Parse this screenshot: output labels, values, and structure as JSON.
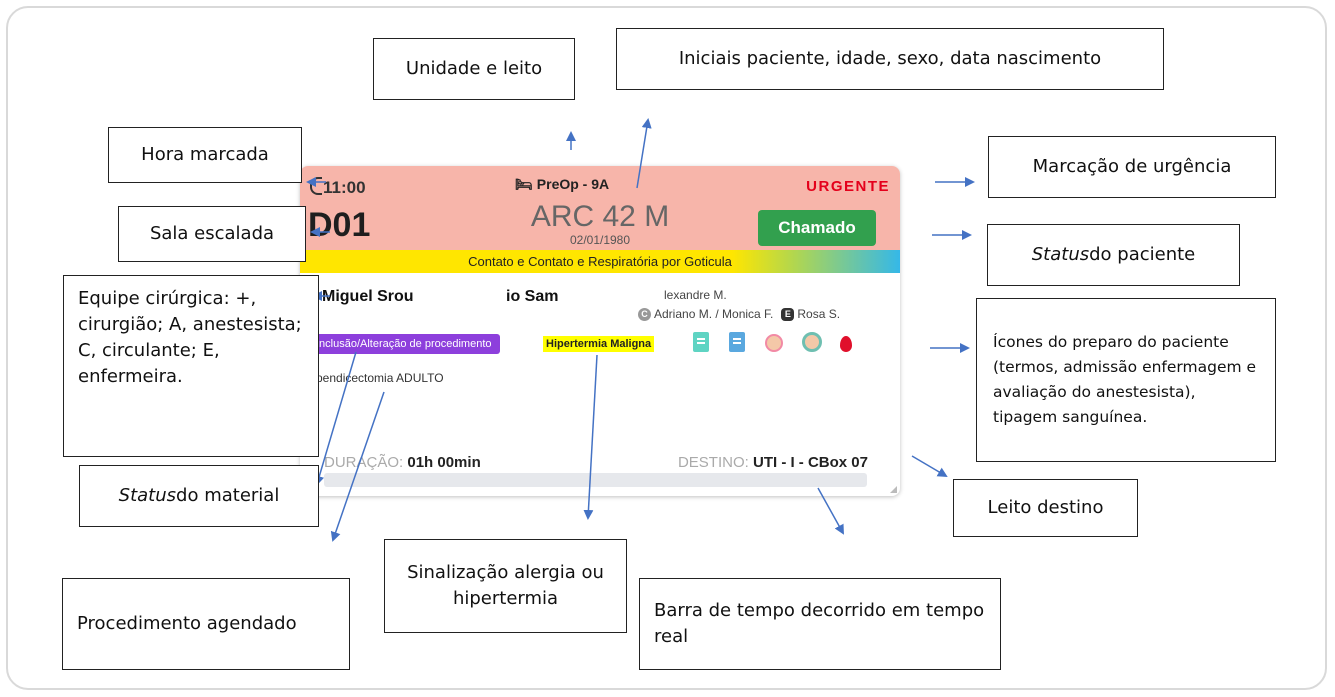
{
  "labels": {
    "unit_bed": "Unidade e leito",
    "patient_info": "Iniciais paciente, idade, sexo, data nascimento",
    "scheduled_time": "Hora marcada",
    "urgency": "Marcação de urgência",
    "room": "Sala escalada",
    "patient_status_em": "Status",
    "patient_status_rest": " do paciente",
    "team": "Equipe cirúrgica: +, cirurgião; A, anestesista; C, circulante; E, enfermeira.",
    "prep_icons": "Ícones do preparo do paciente (termos, admissão enfermagem e avaliação do anestesista), tipagem sanguínea.",
    "material_status_em": "Status",
    "material_status_rest": " do material",
    "destination_bed": "Leito destino",
    "scheduled_procedure": "Procedimento agendado",
    "allergy_signal": "Sinalização alergia ou hipertermia",
    "elapsed_bar": "Barra de tempo decorrido em tempo real"
  },
  "card": {
    "time": "11:00",
    "unit": "PreOp - 9A",
    "urgency": "URGENTE",
    "room": "D01",
    "patient": "ARC 42 M",
    "birthdate": "02/01/1980",
    "status_button": "Chamado",
    "isolation": "Contato e Contato e Respiratória por Goticula",
    "surgeon": "Miguel Srou",
    "surgeon_second": "io Sam",
    "anesthetist": "lexandre M.",
    "circulating_badge": "C",
    "circulating": "Adriano M. / Monica F.",
    "nurse_badge": "E",
    "nurse": "Rosa S.",
    "material_tag": "Inclusão/Alteração de procedimento",
    "alert_tag": "Hipertermia Maligna",
    "procedure": "Apendicectomia ADULTO",
    "duration_label": "DURAÇÃO:",
    "duration_value": "01h 00min",
    "destination_label": "DESTINO:",
    "destination_value": "UTI - I - CBox 07",
    "elapsed_fraction": 0,
    "prep_icons": [
      "consent-doc-icon",
      "nursing-admission-doc-icon",
      "nurse-icon",
      "anesthetist-icon",
      "blood-type-icon"
    ],
    "colors": {
      "header": "#f7b5aa",
      "urgent": "#e4001b",
      "status_button": "#32a04e",
      "material_tag": "#8d3fdc",
      "alert_tag": "#ffff00",
      "isolation": "#ffe600"
    }
  }
}
